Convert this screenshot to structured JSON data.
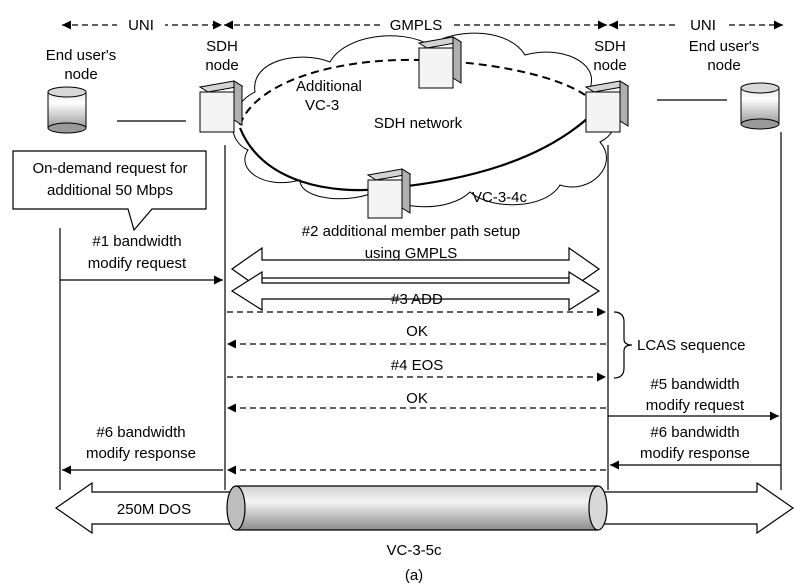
{
  "domains": {
    "uni_left": "UNI",
    "gmpls": "GMPLS",
    "uni_right": "UNI"
  },
  "nodes": {
    "end_user_left_line1": "End user's",
    "end_user_left_line2": "node",
    "sdh_left_line1": "SDH",
    "sdh_left_line2": "node",
    "sdh_right_line1": "SDH",
    "sdh_right_line1_dup": "SDH",
    "sdh_right_line2": "node",
    "end_user_right_line1": "End user's",
    "end_user_right_line2": "node"
  },
  "network": {
    "additional_line1": "Additional",
    "additional_line2": "VC-3",
    "name": "SDH network",
    "vc": "VC-3-4c"
  },
  "callout": {
    "line1": "On-demand request for",
    "line2": "additional 50 Mbps"
  },
  "steps": {
    "s1_line1": "#1 bandwidth",
    "s1_line2": "modify request",
    "s2_line1": "#2 additional member path setup",
    "s2_line2": "using GMPLS",
    "s3": "#3 ADD",
    "ok1": "OK",
    "s4": "#4 EOS",
    "ok2": "OK",
    "lcas": "LCAS sequence",
    "s5_line1": "#5 bandwidth",
    "s5_line2": "modify request",
    "s6l_line1": "#6 bandwidth",
    "s6l_line2": "modify response",
    "s6r_line1": "#6 bandwidth",
    "s6r_line2": "modify response"
  },
  "pipe": {
    "dos": "250M DOS",
    "vc": "VC-3-5c"
  },
  "caption": "(a)"
}
